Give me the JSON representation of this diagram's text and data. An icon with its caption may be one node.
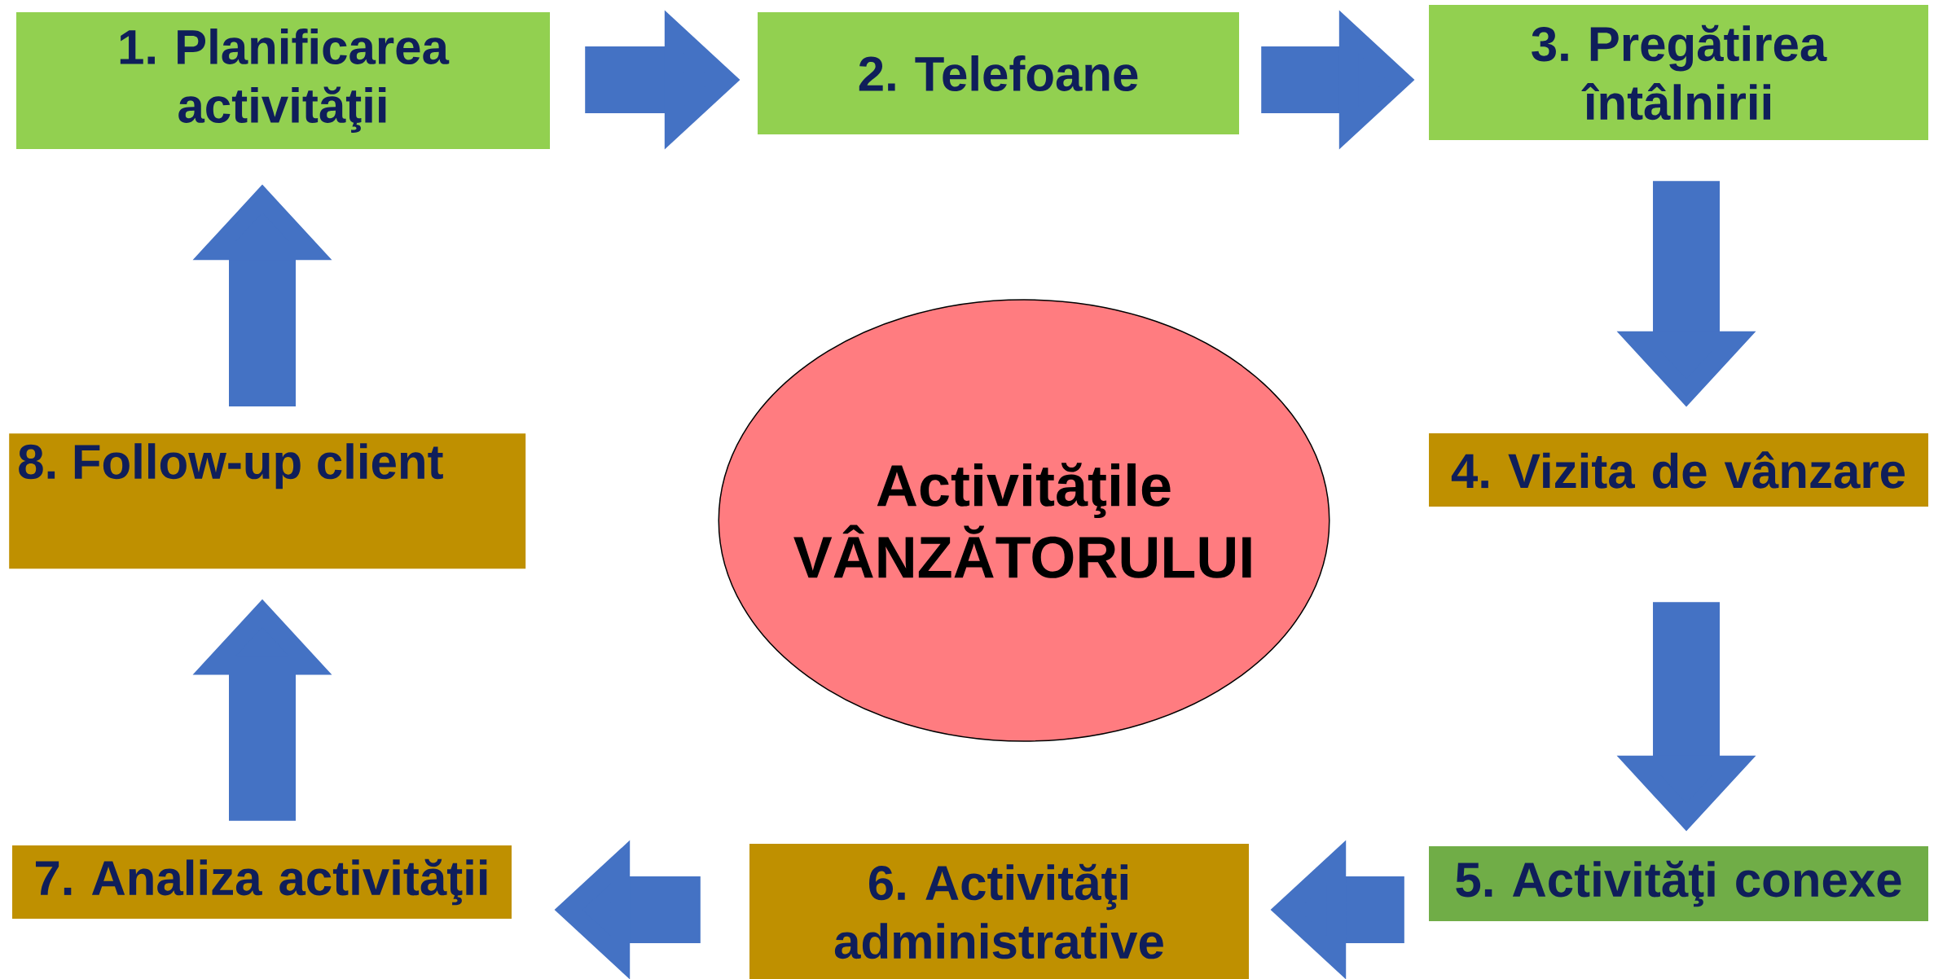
{
  "diagram": {
    "nodes": [
      {
        "text": [
          "1. Planificarea activităţii"
        ]
      },
      {
        "text": [
          "2. Telefoane"
        ]
      },
      {
        "text": [
          "3. Pregătirea întâlnirii"
        ]
      },
      {
        "text": [
          "4. Vizita de vânzare"
        ]
      },
      {
        "text": [
          "5. Activităţi conexe"
        ]
      },
      {
        "text": [
          "6. Activităţi administrative"
        ]
      },
      {
        "text": [
          "7. Analiza activităţii"
        ]
      },
      {
        "text": [
          "8. Follow-up client"
        ]
      },
      {
        "text": [
          "Activităţile VÂNZĂTORULUI"
        ]
      }
    ],
    "edges": [
      {
        "from": 0,
        "to": 1,
        "arrow": "to"
      },
      {
        "from": 1,
        "to": 2,
        "arrow": "to"
      },
      {
        "from": 2,
        "to": 3,
        "arrow": "to"
      },
      {
        "from": 3,
        "to": 4,
        "arrow": "to"
      },
      {
        "from": 4,
        "to": 5,
        "arrow": "to"
      },
      {
        "from": 5,
        "to": 6,
        "arrow": "to"
      },
      {
        "from": 6,
        "to": 7,
        "arrow": "to"
      },
      {
        "from": 7,
        "to": 0,
        "arrow": "to"
      }
    ]
  }
}
